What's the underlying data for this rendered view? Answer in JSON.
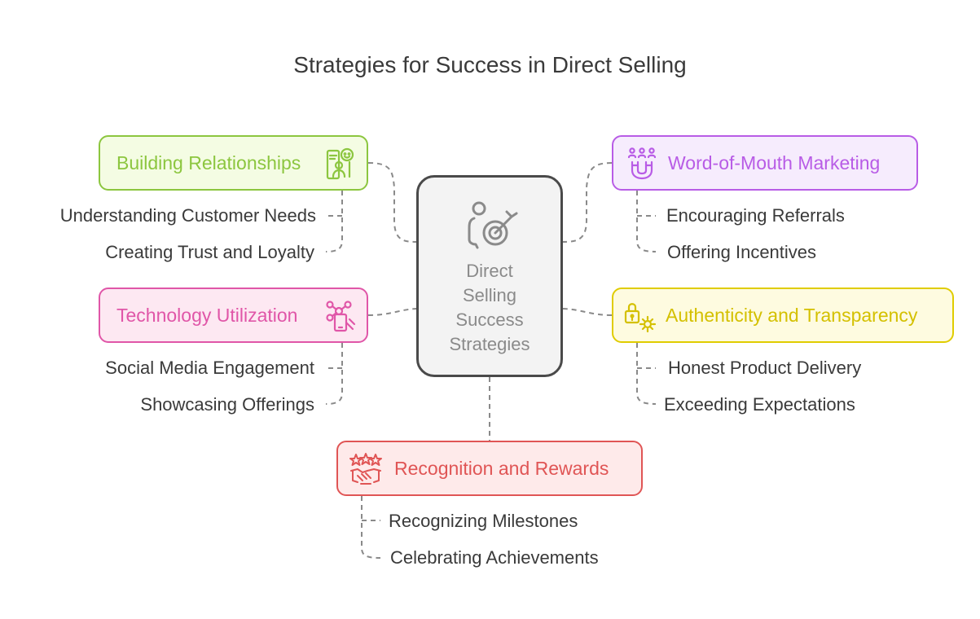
{
  "title": "Strategies for Success in Direct Selling",
  "center": {
    "label": "Direct\nSelling\nSuccess\nStrategies",
    "icon": "person-target-icon"
  },
  "branches": {
    "building": {
      "label": "Building Relationships",
      "icon": "relationship-chat-icon",
      "color": "#8cc63f",
      "fill": "#f4fce3",
      "items": [
        "Understanding Customer Needs",
        "Creating Trust and Loyalty"
      ]
    },
    "technology": {
      "label": "Technology Utilization",
      "icon": "phone-network-icon",
      "color": "#e056a8",
      "fill": "#fde8f2",
      "items": [
        "Social Media Engagement",
        "Showcasing Offerings"
      ]
    },
    "wordofmouth": {
      "label": "Word-of-Mouth Marketing",
      "icon": "magnet-people-icon",
      "color": "#b85ce6",
      "fill": "#f6ecfd",
      "items": [
        "Encouraging Referrals",
        "Offering Incentives"
      ]
    },
    "authenticity": {
      "label": "Authenticity and Transparency",
      "icon": "lock-gear-icon",
      "color": "#d4c000",
      "fill": "#fefbe0",
      "items": [
        "Honest Product Delivery",
        "Exceeding Expectations"
      ]
    },
    "recognition": {
      "label": "Recognition and Rewards",
      "icon": "stars-handshake-icon",
      "color": "#e05555",
      "fill": "#feeaea",
      "items": [
        "Recognizing Milestones",
        "Celebrating Achievements"
      ]
    }
  },
  "colors": {
    "connector": "#8a8a8a",
    "center_border": "#4a4a4a",
    "center_fill": "#f3f3f3"
  }
}
